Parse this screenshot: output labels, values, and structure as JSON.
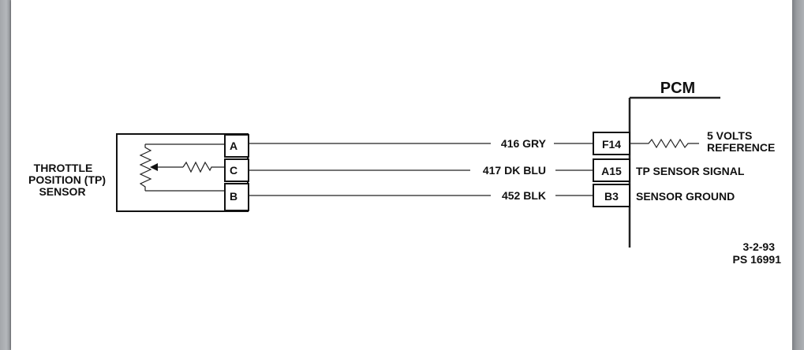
{
  "sensor": {
    "label_lines": [
      "THROTTLE",
      "POSITION (TP)",
      "SENSOR"
    ],
    "pins": [
      "A",
      "C",
      "B"
    ]
  },
  "pcm": {
    "title": "PCM",
    "pins": [
      "F14",
      "A15",
      "B3"
    ],
    "signals": [
      "5 VOLTS",
      "REFERENCE",
      "TP SENSOR SIGNAL",
      "SENSOR GROUND"
    ]
  },
  "wires": [
    "416 GRY",
    "417 DK BLU",
    "452 BLK"
  ],
  "footer": {
    "date": "3-2-93",
    "ref": "PS 16991"
  },
  "colors": {
    "viewer_bg": "#8f9296",
    "page_bg": "#ffffff",
    "ink": "#111111"
  }
}
